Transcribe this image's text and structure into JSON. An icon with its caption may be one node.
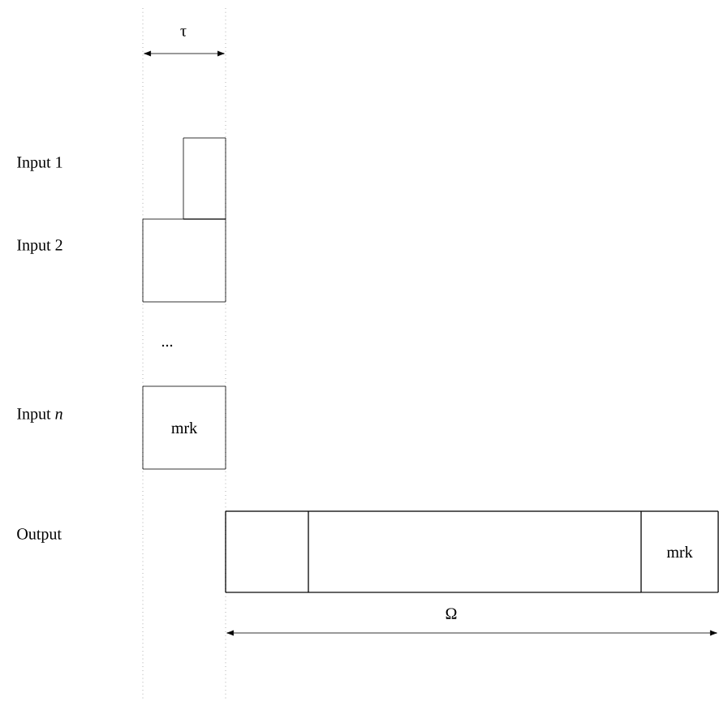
{
  "diagram": {
    "nodes": [
      {
        "text": [],
        "shape": "box"
      },
      {
        "text": [],
        "shape": "box"
      },
      {
        "text": [
          "mrk"
        ]
      },
      {
        "text": [],
        "shape": "box"
      },
      {
        "text": [],
        "shape": "box",
        "in": 3
      },
      {
        "text": [],
        "shape": "box",
        "in": 3
      },
      {
        "text": [
          "mrk"
        ],
        "in": 3
      }
    ],
    "labels": [
      "τ",
      "Input 1",
      "Input 2",
      "...",
      "Input *n*",
      "Output",
      "Ω"
    ]
  }
}
